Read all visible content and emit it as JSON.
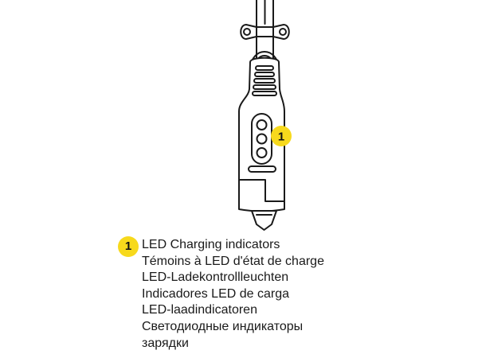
{
  "colors": {
    "callout_yellow": "#f7d91c",
    "ink": "#1a1a1a",
    "background": "#ffffff"
  },
  "diagram": {
    "callout_number": "1"
  },
  "legend": {
    "number": "1",
    "lines": [
      "LED Charging indicators",
      "Témoins à LED d'état de charge",
      "LED-Ladekontrollleuchten",
      "Indicadores LED de carga",
      "LED-laadindicatoren",
      "Светодиодные индикаторы",
      "зарядки"
    ]
  }
}
